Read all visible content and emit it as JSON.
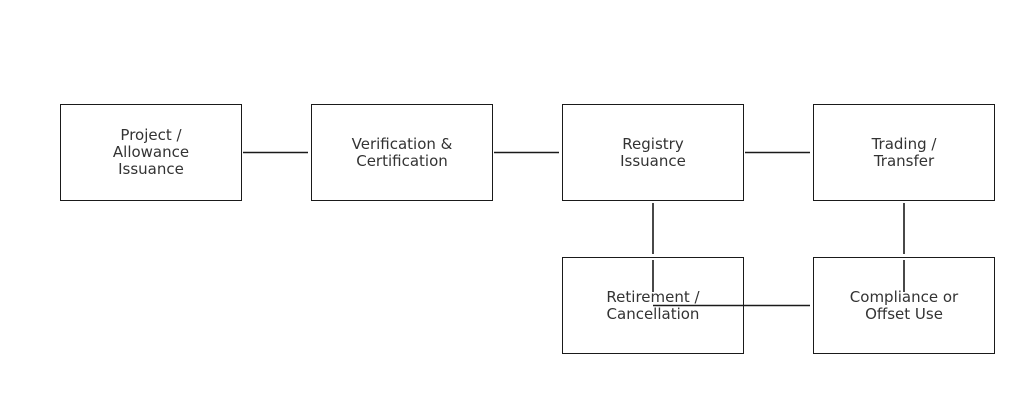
{
  "nodes": {
    "project": "Project /\nAllowance\nIssuance",
    "verification": "Verification &\nCertification",
    "registry": "Registry\nIssuance",
    "trading": "Trading /\nTransfer",
    "retirement": "Retirement /\nCancellation",
    "compliance": "Compliance or\nOffset Use"
  },
  "colors": {
    "border": "#1a1a1a",
    "text": "#333333",
    "background": "#ffffff"
  }
}
